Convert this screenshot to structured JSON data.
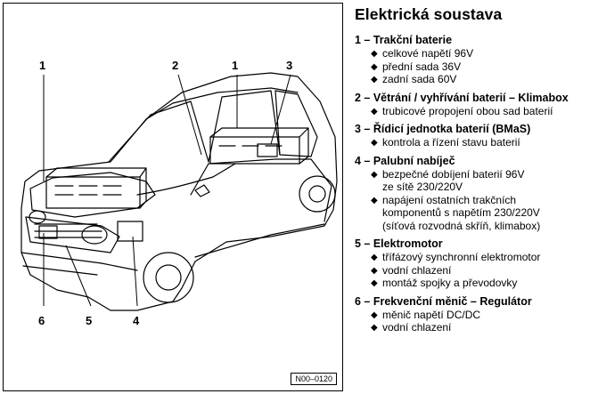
{
  "figure": {
    "code": "N00–0120",
    "callouts": [
      "1",
      "2",
      "1",
      "3",
      "6",
      "5",
      "4"
    ]
  },
  "panel": {
    "title": "Elektrická soustava",
    "items": [
      {
        "head": "1 – Trakční baterie",
        "bullets": [
          "celkové napětí 96V",
          "přední sada 36V",
          "zadní sada 60V"
        ]
      },
      {
        "head": "2 – Větrání / vyhřívání baterií – Klimabox",
        "bullets": [
          "trubicové propojení obou sad baterií"
        ]
      },
      {
        "head": "3 – Řídicí jednotka baterií (BMaS)",
        "bullets": [
          "kontrola a řízení stavu baterií"
        ]
      },
      {
        "head": "4 – Palubní nabíječ",
        "bullets": [
          "bezpečné dobíjení baterií 96V\nze sítě 230/220V",
          "napájení ostatních trakčních\nkomponentů s napětím 230/220V\n(síťová rozvodná skříň, klimabox)"
        ]
      },
      {
        "head": "5 – Elektromotor",
        "bullets": [
          "třífázový synchronní elektromotor",
          "vodní chlazení",
          "montáž spojky a převodovky"
        ]
      },
      {
        "head": "6 – Frekvenční měnič – Regulátor",
        "bullets": [
          "měnič napětí DC/DC",
          "vodní chlazení"
        ]
      }
    ]
  }
}
